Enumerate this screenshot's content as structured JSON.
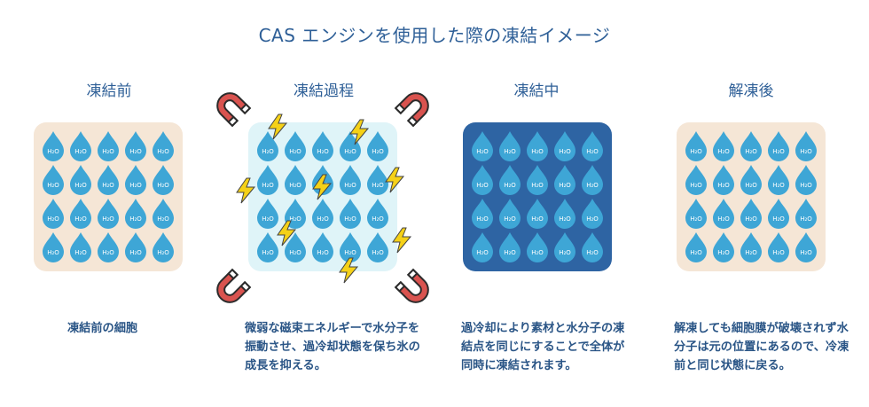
{
  "title": "CAS エンジンを使用した際の凍結イメージ",
  "molecule_label": "H₂O",
  "stages": [
    {
      "name": "凍結前",
      "description": "凍結前の細胞",
      "box_color": "#f5e6d6"
    },
    {
      "name": "凍結過程",
      "description": "微弱な磁束エネルギーで水分子を振動させ、過冷却状態を保ち氷の成長を抑える。",
      "box_color": "#dff4f8"
    },
    {
      "name": "凍結中",
      "description": "過冷却により素材と水分子の凍結点を同じにすることで全体が同時に凍結されます。",
      "box_color": "#2e64a3"
    },
    {
      "name": "解凍後",
      "description": "解凍しても細胞膜が破壊されず水分子は元の位置にあるので、冷凍前と同じ状態に戻る。",
      "box_color": "#f5e6d6"
    }
  ],
  "colors": {
    "droplet": "#3ea6d6",
    "magnet_red": "#d9534f",
    "bolt_yellow": "#f5d118"
  }
}
